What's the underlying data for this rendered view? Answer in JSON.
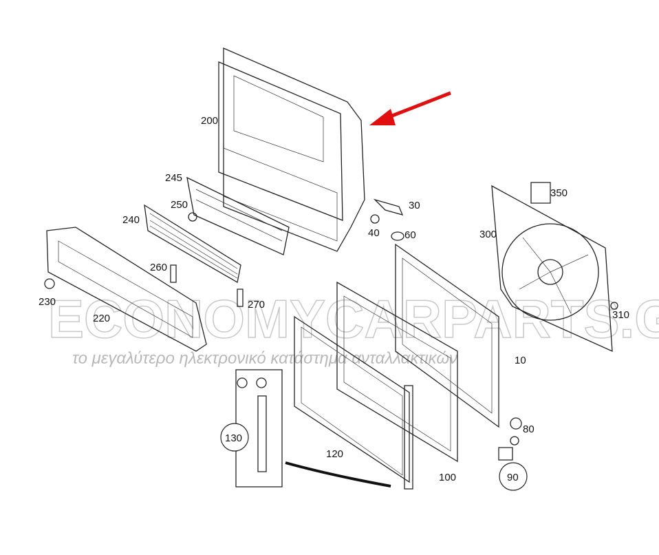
{
  "watermark": {
    "brand": "ECONOMYCARPARTS.GR",
    "tagline": "το μεγαλύτερο ηλεκτρονικό κατάστημα ανταλλακτικών"
  },
  "callouts": [
    {
      "id": "200",
      "label": "200"
    },
    {
      "id": "245",
      "label": "245"
    },
    {
      "id": "250",
      "label": "250"
    },
    {
      "id": "240",
      "label": "240"
    },
    {
      "id": "260",
      "label": "260"
    },
    {
      "id": "230",
      "label": "230"
    },
    {
      "id": "220",
      "label": "220"
    },
    {
      "id": "270",
      "label": "270"
    },
    {
      "id": "30",
      "label": "30"
    },
    {
      "id": "40",
      "label": "40"
    },
    {
      "id": "60",
      "label": "60"
    },
    {
      "id": "350",
      "label": "350"
    },
    {
      "id": "300",
      "label": "300"
    },
    {
      "id": "310",
      "label": "310"
    },
    {
      "id": "10",
      "label": "10"
    },
    {
      "id": "80",
      "label": "80"
    },
    {
      "id": "90",
      "label": "90"
    },
    {
      "id": "100",
      "label": "100"
    },
    {
      "id": "120",
      "label": "120"
    },
    {
      "id": "130",
      "label": "130"
    }
  ],
  "colors": {
    "arrow": "#e01010",
    "line": "#222222"
  }
}
